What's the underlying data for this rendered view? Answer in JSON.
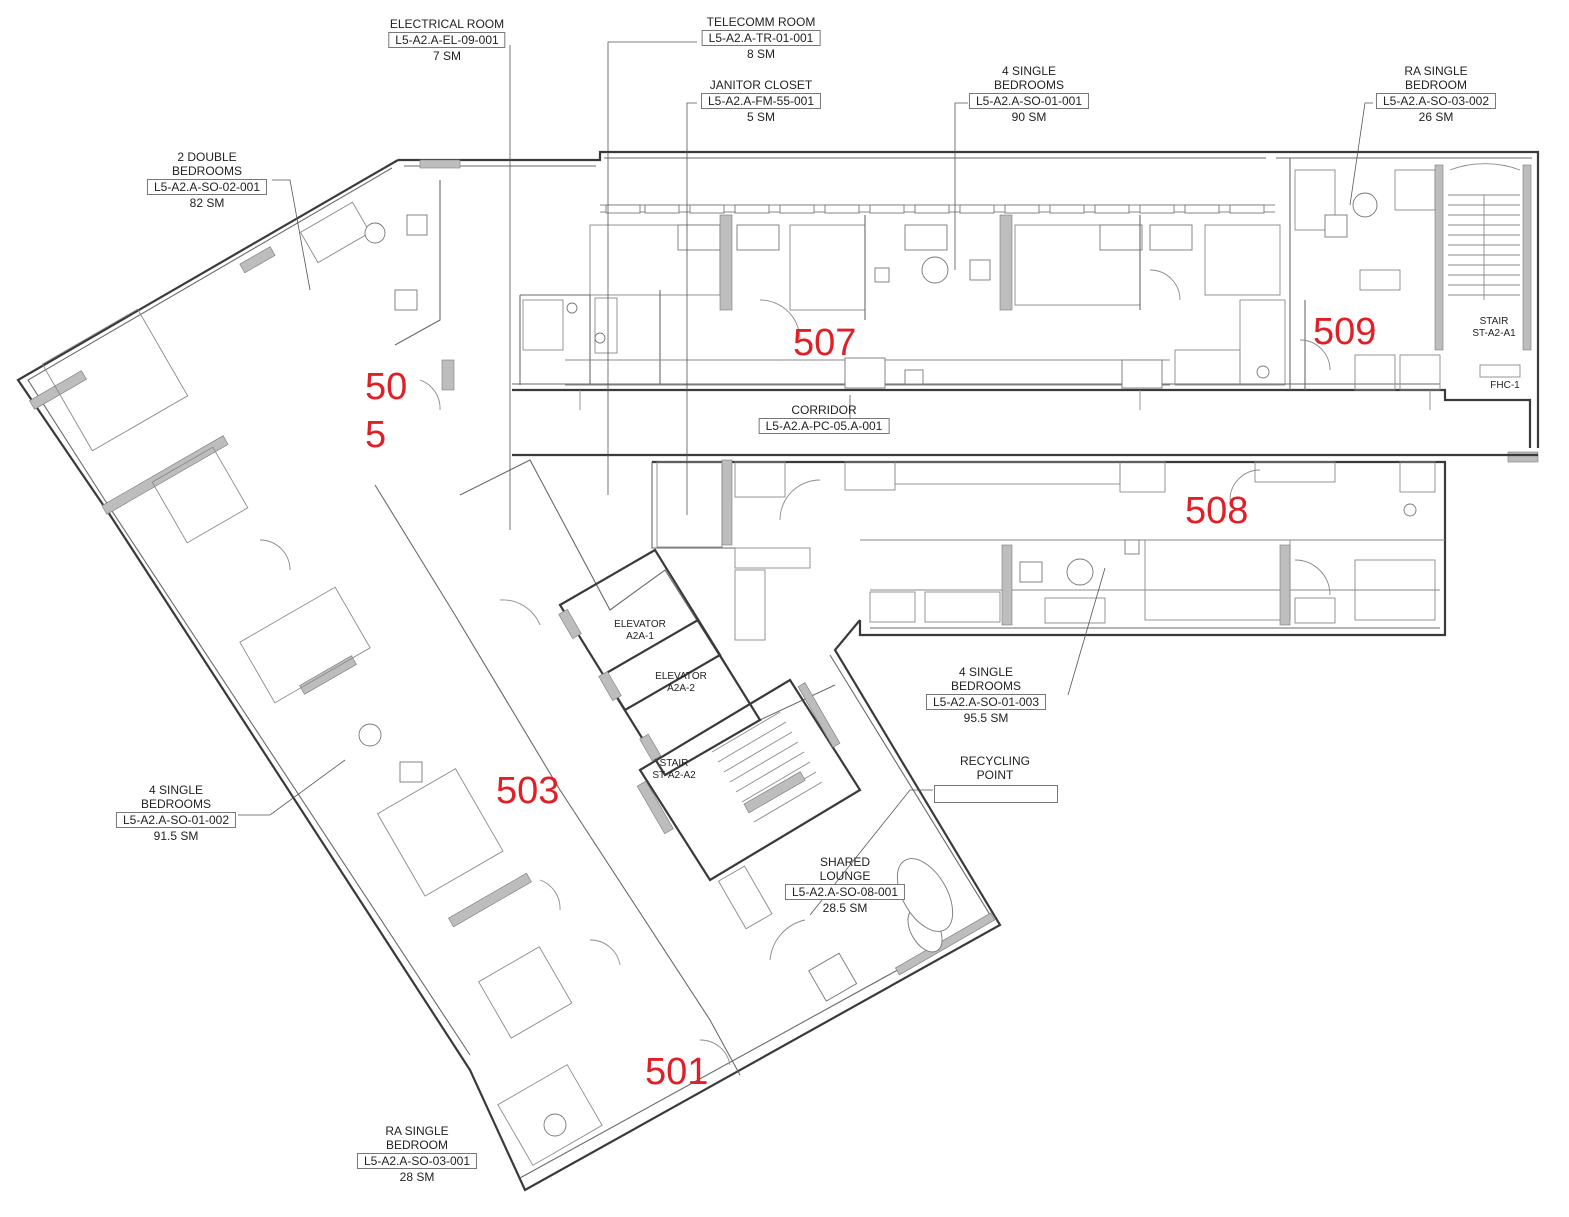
{
  "units": {
    "u507": "507",
    "u509": "509",
    "u508": "508",
    "u503": "503",
    "u501": "501",
    "u505a": "50",
    "u505b": "5"
  },
  "rooms": {
    "electrical": {
      "name": "ELECTRICAL ROOM",
      "code": "L5-A2.A-EL-09-001",
      "area": "7 SM"
    },
    "telecomm": {
      "name": "TELECOMM ROOM",
      "code": "L5-A2.A-TR-01-001",
      "area": "8 SM"
    },
    "janitor": {
      "name": "JANITOR CLOSET",
      "code": "L5-A2.A-FM-55-001",
      "area": "5 SM"
    },
    "single4_top": {
      "name1": "4 SINGLE",
      "name2": "BEDROOMS",
      "code": "L5-A2.A-SO-01-001",
      "area": "90 SM"
    },
    "ra_single_top": {
      "name1": "RA SINGLE",
      "name2": "BEDROOM",
      "code": "L5-A2.A-SO-03-002",
      "area": "26 SM"
    },
    "double2": {
      "name1": "2 DOUBLE",
      "name2": "BEDROOMS",
      "code": "L5-A2.A-SO-02-001",
      "area": "82 SM"
    },
    "corridor": {
      "name": "CORRIDOR",
      "code": "L5-A2.A-PC-05.A-001"
    },
    "single4_mid": {
      "name1": "4 SINGLE",
      "name2": "BEDROOMS",
      "code": "L5-A2.A-SO-01-003",
      "area": "95.5 SM"
    },
    "single4_left": {
      "name1": "4 SINGLE",
      "name2": "BEDROOMS",
      "code": "L5-A2.A-SO-01-002",
      "area": "91.5 SM"
    },
    "recycling": {
      "name1": "RECYCLING",
      "name2": "POINT"
    },
    "lounge": {
      "name1": "SHARED",
      "name2": "LOUNGE",
      "code": "L5-A2.A-SO-08-001",
      "area": "28.5 SM"
    },
    "ra_single_bottom": {
      "name1": "RA SINGLE",
      "name2": "BEDROOM",
      "code": "L5-A2.A-SO-03-001",
      "area": "28 SM"
    }
  },
  "tags": {
    "elev1_a": "ELEVATOR",
    "elev1_b": "A2A-1",
    "elev2_a": "ELEVATOR",
    "elev2_b": "A2A-2",
    "stair2_a": "STAIR",
    "stair2_b": "ST-A2-A2",
    "stair1_a": "STAIR",
    "stair1_b": "ST-A2-A1",
    "fhc": "FHC-1"
  }
}
